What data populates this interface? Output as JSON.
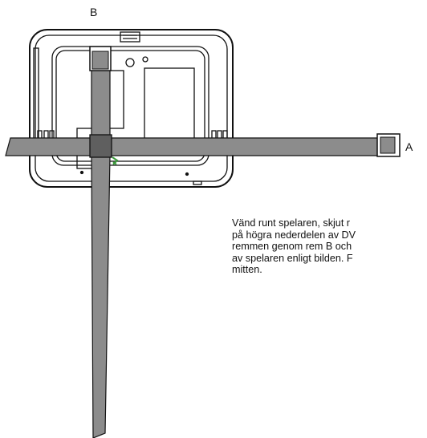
{
  "labels": {
    "strap_a": "A",
    "strap_b": "B"
  },
  "instructions": [
    "Vänd runt spelaren, skjut r",
    "på högra nederdelen av DV",
    "remmen genom rem B och",
    "av spelaren enligt bilden. F",
    "mitten."
  ],
  "colors": {
    "strap": "#8c8c8c",
    "outline": "#111111",
    "screen": "#ffffff"
  }
}
